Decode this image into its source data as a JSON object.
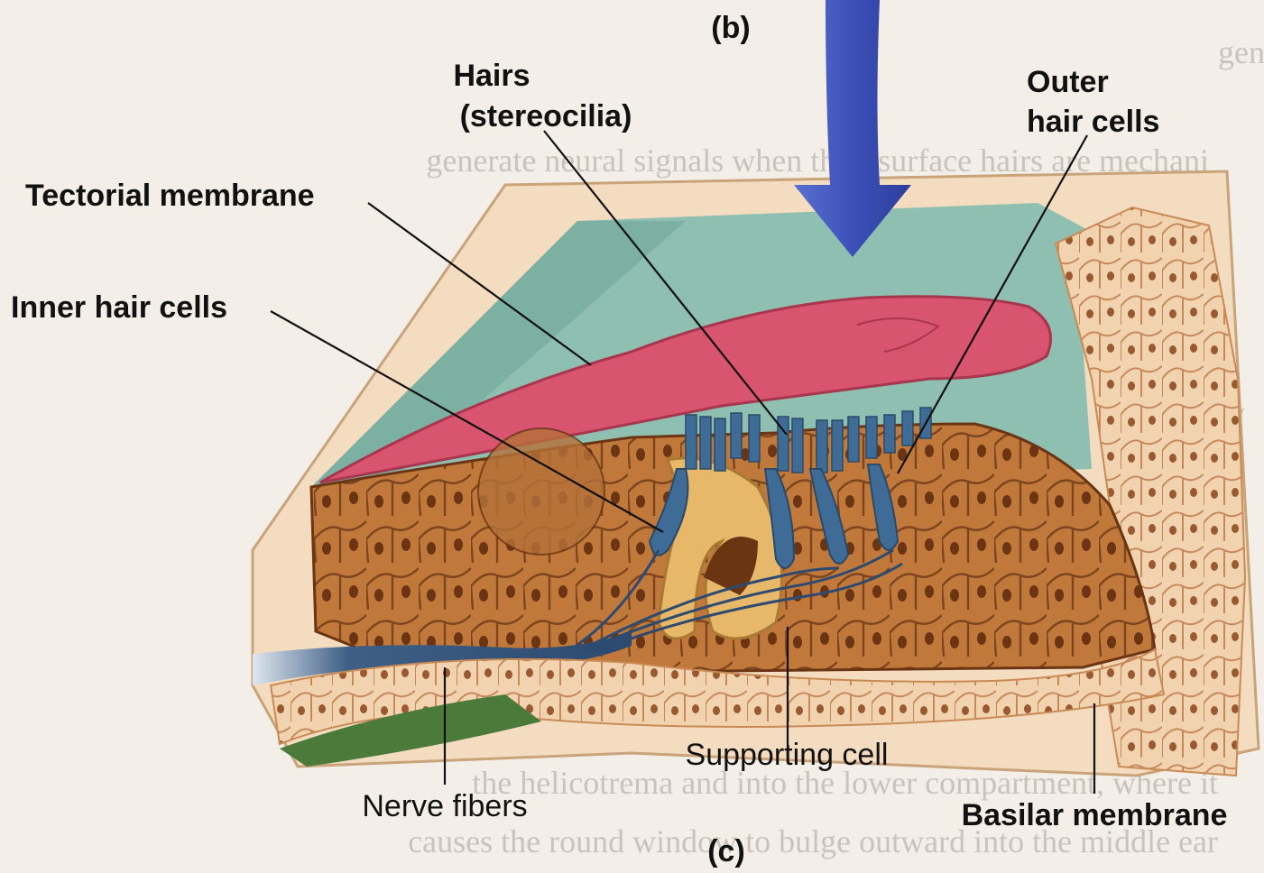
{
  "labels": {
    "b": "(b)",
    "c": "(c)",
    "hairs_line1": "Hairs",
    "hairs_line2": "(stereocilia)",
    "outer_line1": "Outer",
    "outer_line2": "hair cells",
    "tectorial": "Tectorial membrane",
    "inner": "Inner hair cells",
    "supporting": "Supporting cell",
    "nerve": "Nerve fibers",
    "basilar": "Basilar membrane"
  },
  "colors": {
    "tectorial_membrane": "#d9546e",
    "fluid": "#8fbfb0",
    "hair_cell": "#3f6c96",
    "supporting_cell": "#e8b86a",
    "tissue": "#b86a32",
    "basilar": "#f2d3b0",
    "arrow": "#3c50b8"
  }
}
